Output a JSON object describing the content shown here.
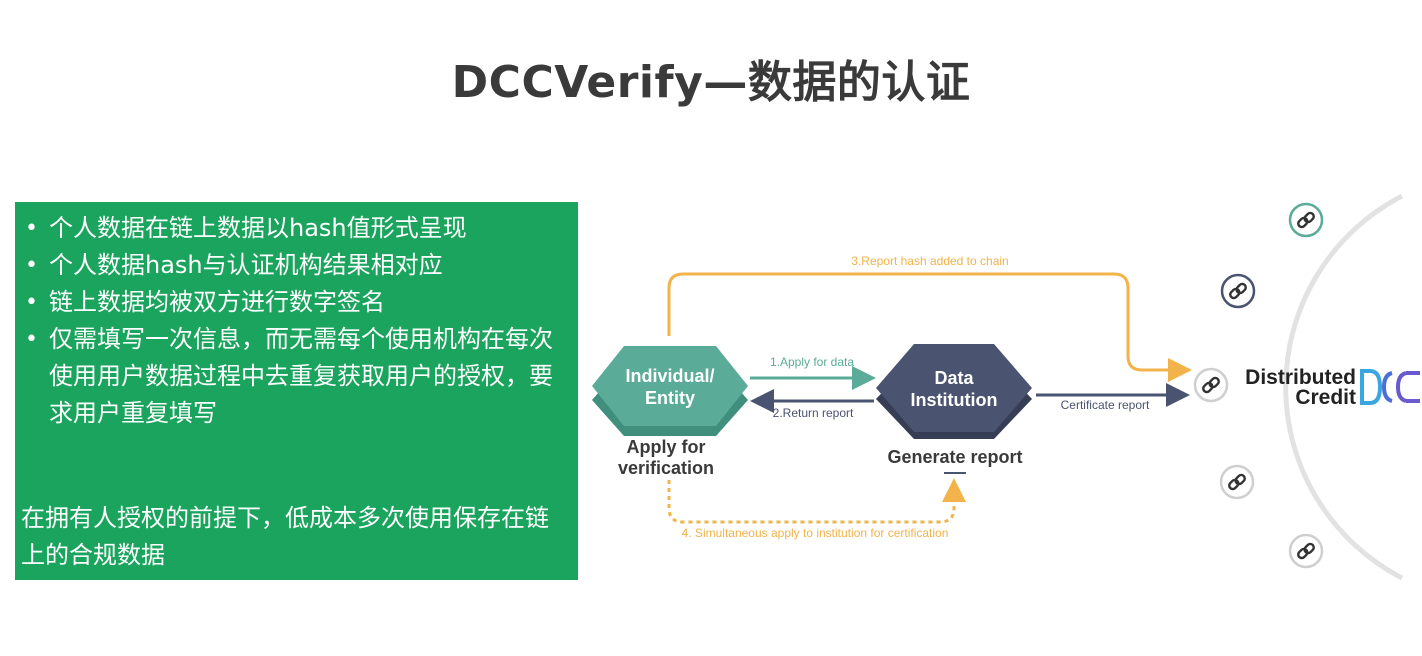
{
  "title": "DCCVerify—数据的认证",
  "bullets": [
    "个人数据在链上数据以hash值形式呈现",
    "个人数据hash与认证机构结果相对应",
    "链上数据均被双方进行数字签名",
    "仅需填写一次信息，而无需每个使用机构在每次使用用户数据过程中去重复获取用户的授权，要求用户重复填写"
  ],
  "summary": "在拥有人授权的前提下，低成本多次使用保存在链上的合规数据",
  "diagram": {
    "individual": {
      "line1": "Individual/",
      "line2": "Entity",
      "caption1": "Apply for",
      "caption2": "verification"
    },
    "institution": {
      "line1": "Data",
      "line2": "Institution",
      "caption": "Generate report"
    },
    "arrows": {
      "step1": "1.Apply for data",
      "step2": "2.Return report",
      "step3": "3.Report hash added to chain",
      "step4": "4. Simultaneous apply to institution for certification",
      "certificate": "Certificate report"
    },
    "chain": {
      "line1": "Distributed",
      "line2": "Credit",
      "logo": "DCC"
    },
    "colors": {
      "green_box": "#1aa45d",
      "teal": "#5aab97",
      "navy": "#4a5370",
      "orange": "#f2b34a"
    },
    "icons": [
      "chain-link-icon"
    ]
  }
}
